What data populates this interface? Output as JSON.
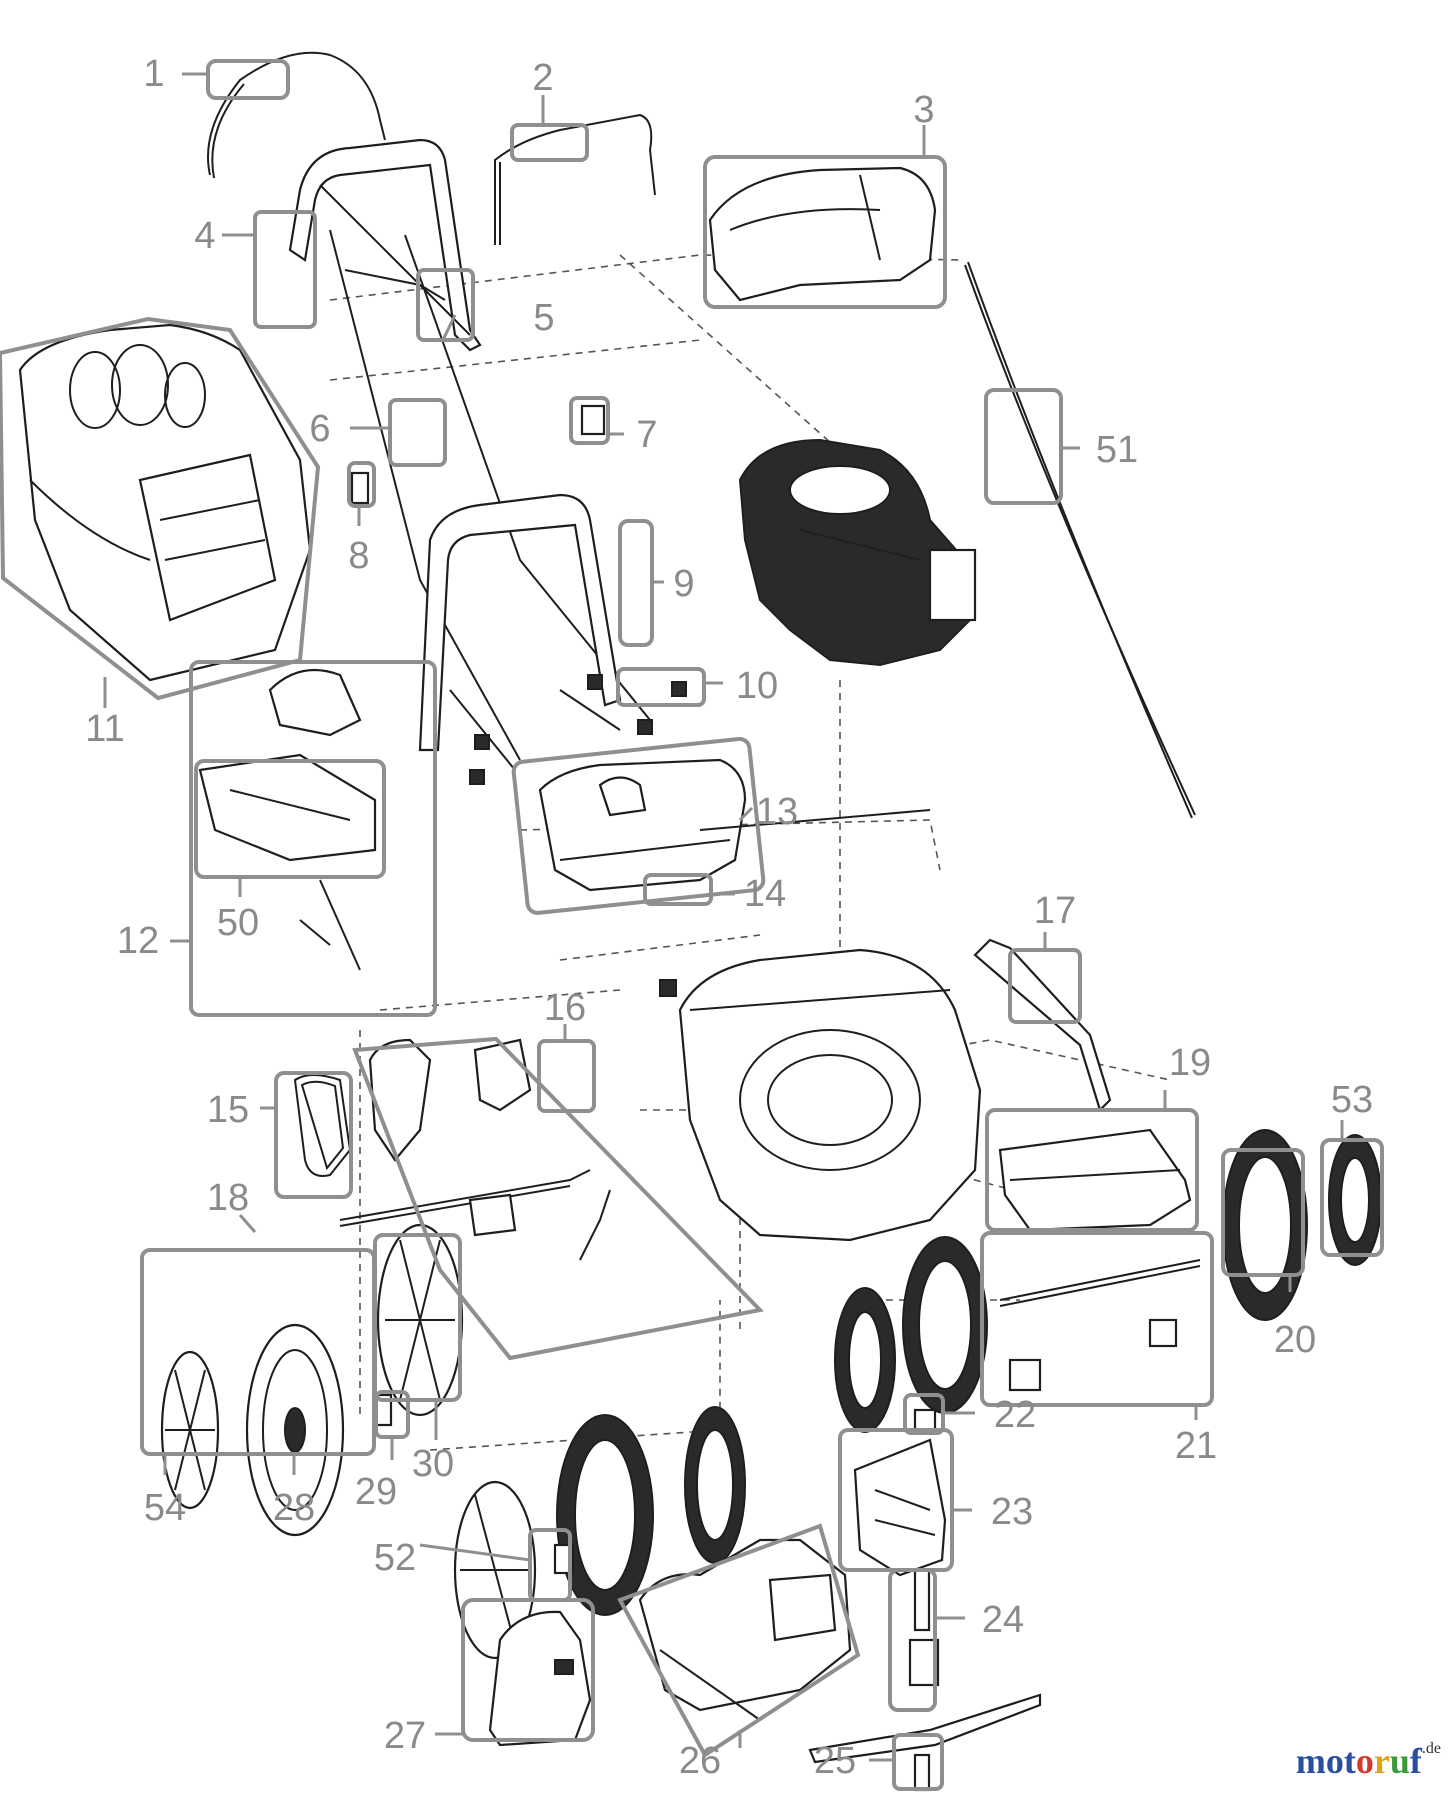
{
  "callouts": [
    {
      "n": "1",
      "label": "1"
    },
    {
      "n": "2",
      "label": "2"
    },
    {
      "n": "3",
      "label": "3"
    },
    {
      "n": "4",
      "label": "4"
    },
    {
      "n": "5",
      "label": "5"
    },
    {
      "n": "6",
      "label": "6"
    },
    {
      "n": "7",
      "label": "7"
    },
    {
      "n": "8",
      "label": "8"
    },
    {
      "n": "9",
      "label": "9"
    },
    {
      "n": "10",
      "label": "10"
    },
    {
      "n": "11",
      "label": "11"
    },
    {
      "n": "12",
      "label": "12"
    },
    {
      "n": "13",
      "label": "13"
    },
    {
      "n": "14",
      "label": "14"
    },
    {
      "n": "15",
      "label": "15"
    },
    {
      "n": "16",
      "label": "16"
    },
    {
      "n": "17",
      "label": "17"
    },
    {
      "n": "18",
      "label": "18"
    },
    {
      "n": "19",
      "label": "19"
    },
    {
      "n": "20",
      "label": "20"
    },
    {
      "n": "21",
      "label": "21"
    },
    {
      "n": "22",
      "label": "22"
    },
    {
      "n": "23",
      "label": "23"
    },
    {
      "n": "24",
      "label": "24"
    },
    {
      "n": "25",
      "label": "25"
    },
    {
      "n": "26",
      "label": "26"
    },
    {
      "n": "27",
      "label": "27"
    },
    {
      "n": "28",
      "label": "28"
    },
    {
      "n": "29",
      "label": "29"
    },
    {
      "n": "30",
      "label": "30"
    },
    {
      "n": "50",
      "label": "50"
    },
    {
      "n": "51",
      "label": "51"
    },
    {
      "n": "52",
      "label": "52"
    },
    {
      "n": "53",
      "label": "53"
    },
    {
      "n": "54",
      "label": "54"
    }
  ],
  "watermark": {
    "name": "motoruf",
    "tld": ".de",
    "colors": [
      "#2b4fa0",
      "#2b4fa0",
      "#2b4fa0",
      "#d23a2c",
      "#e0a21b",
      "#3a9a3a",
      "#2b4fa0"
    ]
  }
}
